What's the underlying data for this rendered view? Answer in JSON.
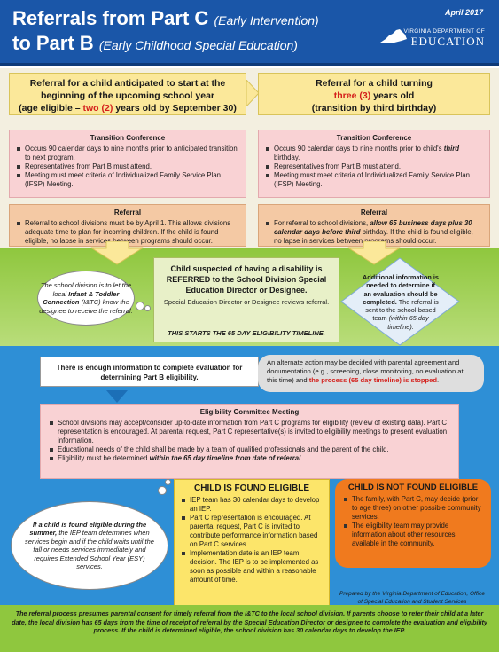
{
  "header": {
    "title_line1": "Referrals from Part C",
    "title_line1_sub": "(Early Intervention)",
    "title_line2": "to Part B",
    "title_line2_sub": "(Early Childhood Special Education)",
    "date": "April 2017",
    "org_line1": "VIRGINIA DEPARTMENT OF",
    "org_line2": "EDUCATION"
  },
  "left_head": {
    "line1": "Referral for a child anticipated to start at the",
    "line2": "beginning of the upcoming school year",
    "line3_a": "(age eligible – ",
    "line3_red": "two (2)",
    "line3_b": " years old by September 30)"
  },
  "right_head": {
    "line1": "Referral for a child turning",
    "line2_red": "three (3)",
    "line2_b": " years old",
    "line3": "(transition by third birthday)"
  },
  "left_transition": {
    "title": "Transition Conference",
    "items": [
      "Occurs 90 calendar days to nine months prior to anticipated transition to next program.",
      "Representatives from Part B must attend.",
      "Meeting must meet criteria of Individualized Family Service Plan (IFSP) Meeting."
    ]
  },
  "right_transition": {
    "title": "Transition Conference",
    "item1_a": "Occurs 90 calendar days to nine months prior to child's ",
    "item1_em": "third",
    "item1_b": " birthday.",
    "item2": "Representatives from Part B must attend.",
    "item3": "Meeting must meet criteria of Individualized Family Service Plan (IFSP) Meeting."
  },
  "left_referral": {
    "title": "Referral",
    "item1": "Referral to school divisions must be by April 1.  This allows divisions adequate time to plan for incoming children.  If the child is found eligible, no lapse in services between programs should occur."
  },
  "right_referral": {
    "title": "Referral",
    "item1_a": "For referral to school divisions, ",
    "item1_em": "allow 65 business days plus 30 calendar days before third",
    "item1_b": " birthday.  If the child is found eligible, no lapse in services between programs should occur."
  },
  "bubble_left": {
    "a": "The school division is to let the local ",
    "b": "Infant & Toddler Connection",
    "c": " (I&TC) know the designee to receive the referral."
  },
  "referred": {
    "main": "Child suspected of having a disability is REFERRED to the School Division Special Education Director or Designee.",
    "small": "Special Education Director or Designee reviews referral.",
    "timeline": "THIS STARTS THE 65 DAY ELIGIBILITY TIMELINE."
  },
  "diamond": {
    "a": "Additional information is needed to determine if an evaluation should be completed.",
    "b": " The referral is sent to the school-based team ",
    "c": "(within 65 day timeline)."
  },
  "enough": "There is enough information to complete evaluation for determining Part B eligibility.",
  "alternate": {
    "a": "An alternate action may be decided with parental agreement and documentation (e.g., screening, close monitoring, no evaluation at this time) and ",
    "red": "the process (65 day timeline) is stopped",
    "b": "."
  },
  "eligibility": {
    "title": "Eligibility Committee Meeting",
    "item1": "School divisions may accept/consider up-to-date information from Part C programs for eligibility (review of existing data). Part C representation is encouraged. At parental request, Part C representative(s) is invited to eligibility meetings to present evaluation information.",
    "item2": "Educational needs of the child shall be made by a team of qualified professionals and the parent of the child.",
    "item3_a": "Eligibility must be determined ",
    "item3_em": "within the 65 day timeline from date of referral",
    "item3_b": "."
  },
  "found": {
    "title": "CHILD IS FOUND ELIGIBLE",
    "items": [
      "IEP team has 30 calendar days to develop an IEP.",
      "Part C representation is encouraged. At parental request, Part C is invited to contribute performance information based on Part C services.",
      "Implementation date is an IEP team decision.  The IEP is to be implemented as soon as possible and within a reasonable amount of time."
    ]
  },
  "notfound": {
    "title": "CHILD IS NOT FOUND ELIGIBLE",
    "items": [
      "The family, with Part C, may decide (prior to age three) on other possible community services.",
      "The eligibility team may provide information about other resources available in the community."
    ]
  },
  "bubble_summer": {
    "a": "If a child is found eligible during the summer,",
    "b": " the IEP team determines when services begin and if the child waits until the fall or needs services immediately and requires Extended School Year (ESY) services."
  },
  "prepared": "Prepared by the Virginia Department of Education, Office of Special Education and Student Services",
  "footer": "The referral process presumes parental consent for timely referral from the I&TC to the local school division.  If parents choose to refer their child at a later date, the local division has 65 days from the time of receipt of referral by the Special Education Director or designee to complete the evaluation and eligibility process.  If the child is determined eligible, the school division has 30 calendar days to develop the IEP.",
  "colors": {
    "header_blue": "#1a56a8",
    "yellow": "#fbe89a",
    "pink": "#f9d2d4",
    "tan": "#f4c9a4",
    "green": "#8fc73e",
    "blue_band": "#2e8fd6",
    "found_yellow": "#fce56a",
    "notfound_orange": "#f07a1e",
    "accent_red": "#d4201c"
  }
}
